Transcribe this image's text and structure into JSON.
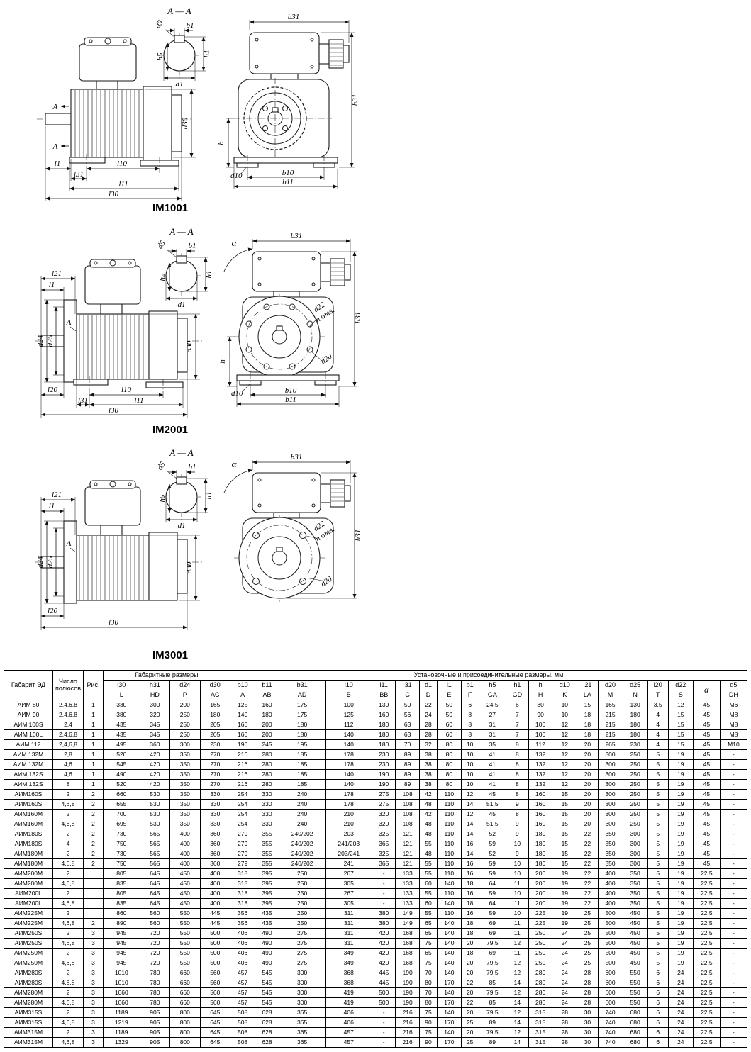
{
  "sym": {
    "section": "A — A",
    "A": "A",
    "alpha": "α",
    "d1": "d1",
    "d5": "d5",
    "b1": "b1",
    "h1": "h1",
    "h5": "h5",
    "l1": "l1",
    "l10": "l10",
    "l11": "l11",
    "l20": "l20",
    "l21": "l21",
    "l30": "l30",
    "l31": "l31",
    "d10": "d10",
    "d20": "d20",
    "d22": "d22",
    "d24": "d24",
    "d25": "d25",
    "d30": "d30",
    "b10": "b10",
    "b11": "b11",
    "b31": "b31",
    "h": "h",
    "h31": "h31",
    "n_otv": "n отв."
  },
  "figures": [
    {
      "caption": "IM1001"
    },
    {
      "caption": "IM2001"
    },
    {
      "caption": "IM3001"
    }
  ],
  "table": {
    "group_headers": {
      "overall": "Габаритные размеры",
      "mounting": "Установочные и присоединительные размеры, мм"
    },
    "corner": {
      "gabarit": "Габарит ЭД",
      "poles": "Число полюсов",
      "fig": "Рис.",
      "alpha": "α",
      "d5": "d5",
      "dh": "DH"
    },
    "cols_symbolic": [
      "l30",
      "h31",
      "d24",
      "d30",
      "b10",
      "b11",
      "b31",
      "l10",
      "l11",
      "l31",
      "d1",
      "l1",
      "b1",
      "h5",
      "h1",
      "h",
      "d10",
      "l21",
      "d20",
      "d25",
      "l20",
      "d22"
    ],
    "cols_letter": [
      "L",
      "HD",
      "P",
      "AC",
      "A",
      "AB",
      "AD",
      "B",
      "BB",
      "C",
      "D",
      "E",
      "F",
      "GA",
      "GD",
      "H",
      "K",
      "LA",
      "M",
      "N",
      "T",
      "S"
    ],
    "rows": [
      [
        "АИМ 80",
        "2,4,6,8",
        "1",
        "330",
        "300",
        "200",
        "165",
        "125",
        "160",
        "175",
        "100",
        "130",
        "50",
        "22",
        "50",
        "6",
        "24,5",
        "6",
        "80",
        "10",
        "15",
        "165",
        "130",
        "3,5",
        "12",
        "45",
        "M6"
      ],
      [
        "АИМ 90",
        "2,4,6,8",
        "1",
        "380",
        "320",
        "250",
        "180",
        "140",
        "180",
        "175",
        "125",
        "160",
        "56",
        "24",
        "50",
        "8",
        "27",
        "7",
        "90",
        "10",
        "18",
        "215",
        "180",
        "4",
        "15",
        "45",
        "M8"
      ],
      [
        "АИМ 100S",
        "2,4",
        "1",
        "435",
        "345",
        "250",
        "205",
        "160",
        "200",
        "180",
        "112",
        "180",
        "63",
        "28",
        "60",
        "8",
        "31",
        "7",
        "100",
        "12",
        "18",
        "215",
        "180",
        "4",
        "15",
        "45",
        "M8"
      ],
      [
        "АИМ 100L",
        "2,4,6,8",
        "1",
        "435",
        "345",
        "250",
        "205",
        "160",
        "200",
        "180",
        "140",
        "180",
        "63",
        "28",
        "60",
        "8",
        "31",
        "7",
        "100",
        "12",
        "18",
        "215",
        "180",
        "4",
        "15",
        "45",
        "M8"
      ],
      [
        "АИМ 112",
        "2,4,6,8",
        "1",
        "495",
        "360",
        "300",
        "230",
        "190",
        "245",
        "195",
        "140",
        "180",
        "70",
        "32",
        "80",
        "10",
        "35",
        "8",
        "112",
        "12",
        "20",
        "265",
        "230",
        "4",
        "15",
        "45",
        "M10"
      ],
      [
        "АИМ 132M",
        "2,8",
        "1",
        "520",
        "420",
        "350",
        "270",
        "216",
        "280",
        "185",
        "178",
        "230",
        "89",
        "38",
        "80",
        "10",
        "41",
        "8",
        "132",
        "12",
        "20",
        "300",
        "250",
        "5",
        "19",
        "45",
        "-"
      ],
      [
        "АИМ 132M",
        "4,6",
        "1",
        "545",
        "420",
        "350",
        "270",
        "216",
        "280",
        "185",
        "178",
        "230",
        "89",
        "38",
        "80",
        "10",
        "41",
        "8",
        "132",
        "12",
        "20",
        "300",
        "250",
        "5",
        "19",
        "45",
        "-"
      ],
      [
        "АИМ 132S",
        "4,6",
        "1",
        "490",
        "420",
        "350",
        "270",
        "216",
        "280",
        "185",
        "140",
        "190",
        "89",
        "38",
        "80",
        "10",
        "41",
        "8",
        "132",
        "12",
        "20",
        "300",
        "250",
        "5",
        "19",
        "45",
        "-"
      ],
      [
        "АИМ 132S",
        "8",
        "1",
        "520",
        "420",
        "350",
        "270",
        "216",
        "280",
        "185",
        "140",
        "190",
        "89",
        "38",
        "80",
        "10",
        "41",
        "8",
        "132",
        "12",
        "20",
        "300",
        "250",
        "5",
        "19",
        "45",
        "-"
      ],
      [
        "АИМ160S",
        "2",
        "2",
        "660",
        "530",
        "350",
        "330",
        "254",
        "330",
        "240",
        "178",
        "275",
        "108",
        "42",
        "110",
        "12",
        "45",
        "8",
        "160",
        "15",
        "20",
        "300",
        "250",
        "5",
        "19",
        "45",
        "-"
      ],
      [
        "АИМ160S",
        "4,6,8",
        "2",
        "655",
        "530",
        "350",
        "330",
        "254",
        "330",
        "240",
        "178",
        "275",
        "108",
        "48",
        "110",
        "14",
        "51,5",
        "9",
        "160",
        "15",
        "20",
        "300",
        "250",
        "5",
        "19",
        "45",
        "-"
      ],
      [
        "АИМ160M",
        "2",
        "2",
        "700",
        "530",
        "350",
        "330",
        "254",
        "330",
        "240",
        "210",
        "320",
        "108",
        "42",
        "110",
        "12",
        "45",
        "8",
        "160",
        "15",
        "20",
        "300",
        "250",
        "5",
        "19",
        "45",
        "-"
      ],
      [
        "АИМ160M",
        "4,6,8",
        "2",
        "695",
        "530",
        "350",
        "330",
        "254",
        "330",
        "240",
        "210",
        "320",
        "108",
        "48",
        "110",
        "14",
        "51,5",
        "9",
        "160",
        "15",
        "20",
        "300",
        "250",
        "5",
        "19",
        "45",
        "-"
      ],
      [
        "АИМ180S",
        "2",
        "2",
        "730",
        "565",
        "400",
        "360",
        "279",
        "355",
        "240/202",
        "203",
        "325",
        "121",
        "48",
        "110",
        "14",
        "52",
        "9",
        "180",
        "15",
        "22",
        "350",
        "300",
        "5",
        "19",
        "45",
        "-"
      ],
      [
        "АИМ180S",
        "4",
        "2",
        "750",
        "565",
        "400",
        "360",
        "279",
        "355",
        "240/202",
        "241/203",
        "365",
        "121",
        "55",
        "110",
        "16",
        "59",
        "10",
        "180",
        "15",
        "22",
        "350",
        "300",
        "5",
        "19",
        "45",
        "-"
      ],
      [
        "АИМ180M",
        "2",
        "2",
        "730",
        "565",
        "400",
        "360",
        "279",
        "355",
        "240/202",
        "203/241",
        "325",
        "121",
        "48",
        "110",
        "14",
        "52",
        "9",
        "180",
        "15",
        "22",
        "350",
        "300",
        "5",
        "19",
        "45",
        "-"
      ],
      [
        "АИМ180M",
        "4,6,8",
        "2",
        "750",
        "565",
        "400",
        "360",
        "279",
        "355",
        "240/202",
        "241",
        "365",
        "121",
        "55",
        "110",
        "16",
        "59",
        "10",
        "180",
        "15",
        "22",
        "350",
        "300",
        "5",
        "19",
        "45",
        "-"
      ],
      [
        "АИМ200M",
        "2",
        "",
        "805",
        "645",
        "450",
        "400",
        "318",
        "395",
        "250",
        "267",
        "-",
        "133",
        "55",
        "110",
        "16",
        "59",
        "10",
        "200",
        "19",
        "22",
        "400",
        "350",
        "5",
        "19",
        "22,5",
        "-"
      ],
      [
        "АИМ200M",
        "4,6,8",
        "",
        "835",
        "645",
        "450",
        "400",
        "318",
        "395",
        "250",
        "305",
        "-",
        "133",
        "60",
        "140",
        "18",
        "64",
        "11",
        "200",
        "19",
        "22",
        "400",
        "350",
        "5",
        "19",
        "22,5",
        "-"
      ],
      [
        "АИМ200L",
        "2",
        "",
        "805",
        "645",
        "450",
        "400",
        "318",
        "395",
        "250",
        "267",
        "-",
        "133",
        "55",
        "110",
        "16",
        "59",
        "10",
        "200",
        "19",
        "22",
        "400",
        "350",
        "5",
        "19",
        "22,5",
        "-"
      ],
      [
        "АИМ200L",
        "4,6,8",
        "",
        "835",
        "645",
        "450",
        "400",
        "318",
        "395",
        "250",
        "305",
        "-",
        "133",
        "60",
        "140",
        "18",
        "64",
        "11",
        "200",
        "19",
        "22",
        "400",
        "350",
        "5",
        "19",
        "22,5",
        "-"
      ],
      [
        "АИМ225M",
        "2",
        "",
        "860",
        "560",
        "550",
        "445",
        "356",
        "435",
        "250",
        "311",
        "380",
        "149",
        "55",
        "110",
        "16",
        "59",
        "10",
        "225",
        "19",
        "25",
        "500",
        "450",
        "5",
        "19",
        "22,5",
        "-"
      ],
      [
        "АИМ225M",
        "4,6,8",
        "2",
        "890",
        "560",
        "550",
        "445",
        "356",
        "435",
        "250",
        "311",
        "380",
        "149",
        "65",
        "140",
        "18",
        "69",
        "11",
        "225",
        "19",
        "25",
        "500",
        "450",
        "5",
        "19",
        "22,5",
        "-"
      ],
      [
        "АИМ250S",
        "2",
        "3",
        "945",
        "720",
        "550",
        "500",
        "406",
        "490",
        "275",
        "311",
        "420",
        "168",
        "65",
        "140",
        "18",
        "69",
        "11",
        "250",
        "24",
        "25",
        "500",
        "450",
        "5",
        "19",
        "22,5",
        "-"
      ],
      [
        "АИМ250S",
        "4,6,8",
        "3",
        "945",
        "720",
        "550",
        "500",
        "406",
        "490",
        "275",
        "311",
        "420",
        "168",
        "75",
        "140",
        "20",
        "79,5",
        "12",
        "250",
        "24",
        "25",
        "500",
        "450",
        "5",
        "19",
        "22,5",
        "-"
      ],
      [
        "АИМ250M",
        "2",
        "3",
        "945",
        "720",
        "550",
        "500",
        "406",
        "490",
        "275",
        "349",
        "420",
        "168",
        "65",
        "140",
        "18",
        "69",
        "11",
        "250",
        "24",
        "25",
        "500",
        "450",
        "5",
        "19",
        "22,5",
        "-"
      ],
      [
        "АИМ250M",
        "4,6,8",
        "3",
        "945",
        "720",
        "550",
        "500",
        "406",
        "490",
        "275",
        "349",
        "420",
        "168",
        "75",
        "140",
        "20",
        "79,5",
        "12",
        "250",
        "24",
        "25",
        "500",
        "450",
        "5",
        "19",
        "22,5",
        "-"
      ],
      [
        "АИМ280S",
        "2",
        "3",
        "1010",
        "780",
        "660",
        "560",
        "457",
        "545",
        "300",
        "368",
        "445",
        "190",
        "70",
        "140",
        "20",
        "79,5",
        "12",
        "280",
        "24",
        "28",
        "600",
        "550",
        "6",
        "24",
        "22,5",
        "-"
      ],
      [
        "АИМ280S",
        "4,6,8",
        "3",
        "1010",
        "780",
        "660",
        "560",
        "457",
        "545",
        "300",
        "368",
        "445",
        "190",
        "80",
        "170",
        "22",
        "85",
        "14",
        "280",
        "24",
        "28",
        "600",
        "550",
        "6",
        "24",
        "22,5",
        "-"
      ],
      [
        "АИМ280M",
        "2",
        "3",
        "1060",
        "780",
        "660",
        "560",
        "457",
        "545",
        "300",
        "419",
        "500",
        "190",
        "70",
        "140",
        "20",
        "79,5",
        "12",
        "280",
        "24",
        "28",
        "600",
        "550",
        "6",
        "24",
        "22,5",
        "-"
      ],
      [
        "АИМ280M",
        "4,6,8",
        "3",
        "1060",
        "780",
        "660",
        "560",
        "457",
        "545",
        "300",
        "419",
        "500",
        "190",
        "80",
        "170",
        "22",
        "85",
        "14",
        "280",
        "24",
        "28",
        "600",
        "550",
        "6",
        "24",
        "22,5",
        "-"
      ],
      [
        "АИМ315S",
        "2",
        "3",
        "1189",
        "905",
        "800",
        "645",
        "508",
        "628",
        "365",
        "406",
        "-",
        "216",
        "75",
        "140",
        "20",
        "79,5",
        "12",
        "315",
        "28",
        "30",
        "740",
        "680",
        "6",
        "24",
        "22,5",
        "-"
      ],
      [
        "АИМ315S",
        "4,6,8",
        "3",
        "1219",
        "905",
        "800",
        "645",
        "508",
        "628",
        "365",
        "406",
        "-",
        "216",
        "90",
        "170",
        "25",
        "89",
        "14",
        "315",
        "28",
        "30",
        "740",
        "680",
        "6",
        "24",
        "22,5",
        "-"
      ],
      [
        "АИМ315M",
        "2",
        "3",
        "1189",
        "905",
        "800",
        "645",
        "508",
        "628",
        "365",
        "457",
        "-",
        "216",
        "75",
        "140",
        "20",
        "79,5",
        "12",
        "315",
        "28",
        "30",
        "740",
        "680",
        "6",
        "24",
        "22,5",
        "-"
      ],
      [
        "АИМ315M",
        "4,6,8",
        "3",
        "1329",
        "905",
        "800",
        "645",
        "508",
        "628",
        "365",
        "457",
        "-",
        "216",
        "90",
        "170",
        "25",
        "89",
        "14",
        "315",
        "28",
        "30",
        "740",
        "680",
        "6",
        "24",
        "22,5",
        "-"
      ]
    ]
  }
}
